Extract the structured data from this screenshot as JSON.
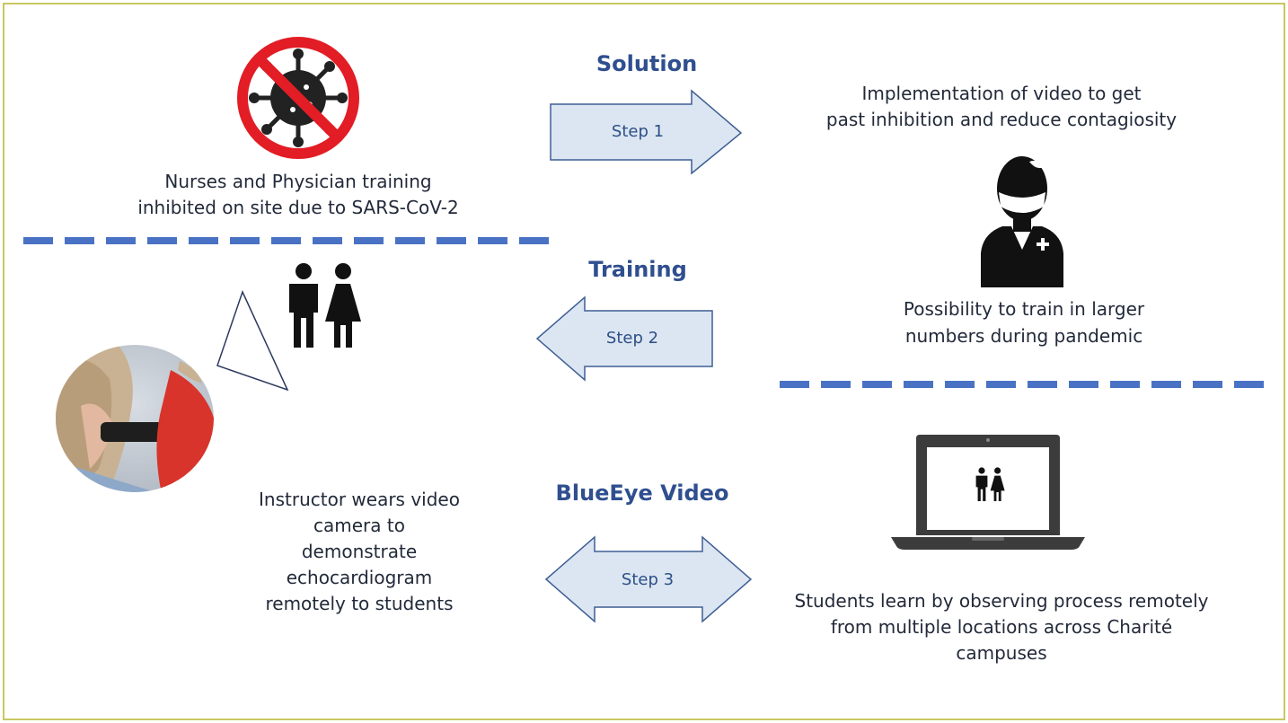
{
  "steps": {
    "step1": {
      "heading": "Solution",
      "label": "Step 1",
      "direction": "right"
    },
    "step2": {
      "heading": "Training",
      "label": "Step 2",
      "direction": "left"
    },
    "step3": {
      "heading": "BlueEye Video",
      "label": "Step 3",
      "direction": "both"
    }
  },
  "texts": {
    "problem": [
      "Nurses and Physician training",
      "inhibited on site due to SARS-CoV-2"
    ],
    "solution": [
      "Implementation of video to get",
      "past inhibition and reduce contagiosity"
    ],
    "possibility": [
      "Possibility to train in larger",
      "numbers during pandemic"
    ],
    "instructor": [
      "Instructor wears video",
      "camera to",
      "demonstrate",
      "echocardiogram",
      "remotely to students"
    ],
    "students": [
      "Students learn by observing process remotely",
      "from multiple locations across Charité",
      "campuses"
    ]
  },
  "icons": {
    "virus": "no-virus-icon",
    "people": "people-icon",
    "doctor": "doctor-icon",
    "laptop": "laptop-icon",
    "photo": "instructor-photo"
  },
  "colors": {
    "frame": "#c9c860",
    "arrow_fill": "#dce6f2",
    "arrow_stroke": "#3f5f94",
    "dash": "#4a72c4",
    "heading": "#2f4f8f",
    "forbidden": "#e21d25"
  }
}
